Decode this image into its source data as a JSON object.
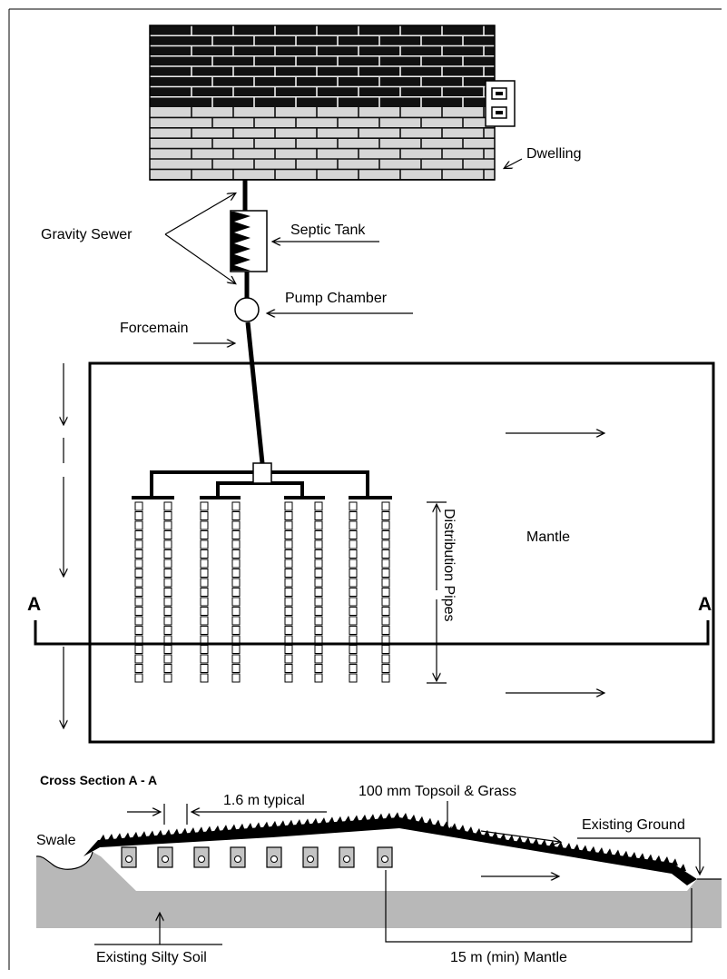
{
  "labels": {
    "dwelling": "Dwelling",
    "septic_tank": "Septic Tank",
    "gravity_sewer": "Gravity Sewer",
    "pump_chamber": "Pump Chamber",
    "forcemain": "Forcemain",
    "mantle": "Mantle",
    "distribution_pipes": "Distribution Pipes",
    "section_marker_left": "A",
    "section_marker_right": "A"
  },
  "cross_section": {
    "title": "Cross Section A - A",
    "pipe_spacing": "1.6 m typical",
    "topsoil": "100 mm Topsoil & Grass",
    "existing_ground": "Existing Ground",
    "swale": "Swale",
    "silty_soil": "Existing Silty Soil",
    "mantle_length": "15 m (min) Mantle"
  },
  "colors": {
    "ink": "#000000",
    "dark_brick": "#111111",
    "light_brick": "#d6d6d6",
    "soil": "#b8b8b8",
    "pipe_box": "#c4c4c4"
  }
}
